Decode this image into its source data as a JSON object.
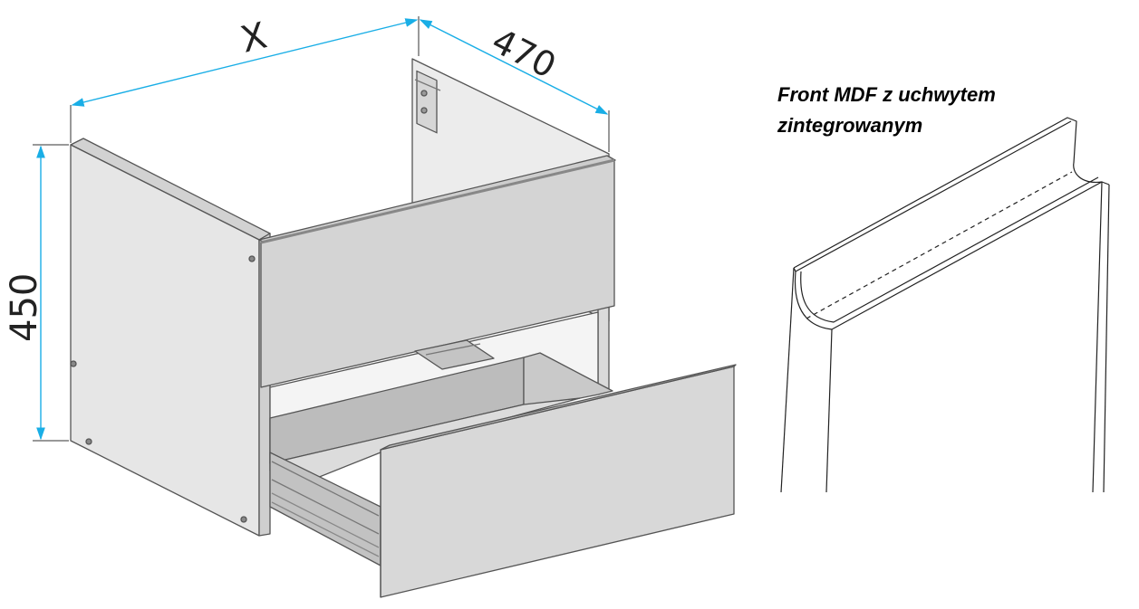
{
  "dimensions": {
    "width_label": "X",
    "depth_label": "470",
    "height_label": "450"
  },
  "caption": {
    "line1": "Front MDF z uchwytem",
    "line2": "zintegrowanym"
  },
  "colors": {
    "dimension_arrow": "#19aee6",
    "panel_light": "#e3e3e3",
    "panel_mid": "#cfcfcf",
    "panel_dark": "#b9b9b9",
    "outline": "#555555"
  }
}
